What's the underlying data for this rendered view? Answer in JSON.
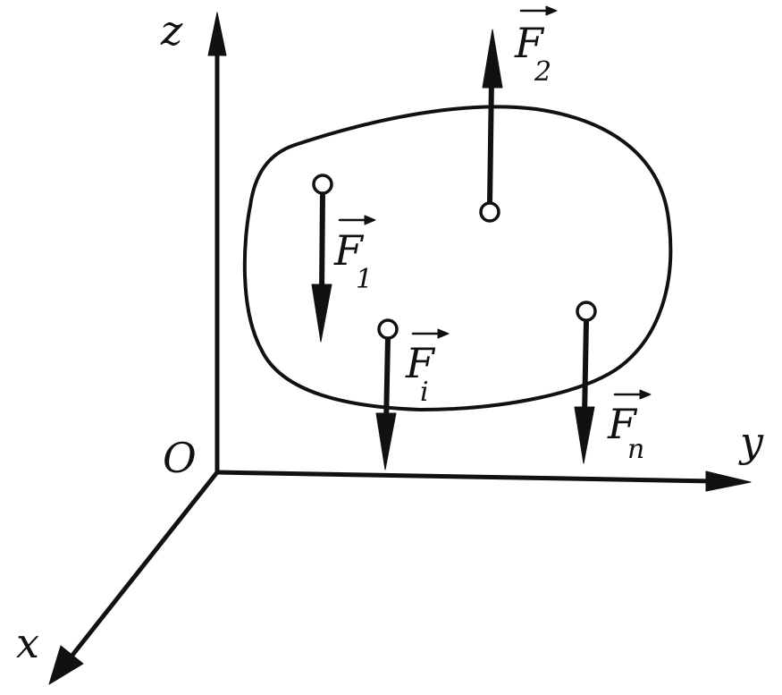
{
  "axes": {
    "z": "z",
    "y": "y",
    "x": "x",
    "origin": "O"
  },
  "forces": [
    {
      "symbol": "F",
      "subscript": "1"
    },
    {
      "symbol": "F",
      "subscript": "2"
    },
    {
      "symbol": "F",
      "subscript": "i"
    },
    {
      "symbol": "F",
      "subscript": "n"
    }
  ]
}
